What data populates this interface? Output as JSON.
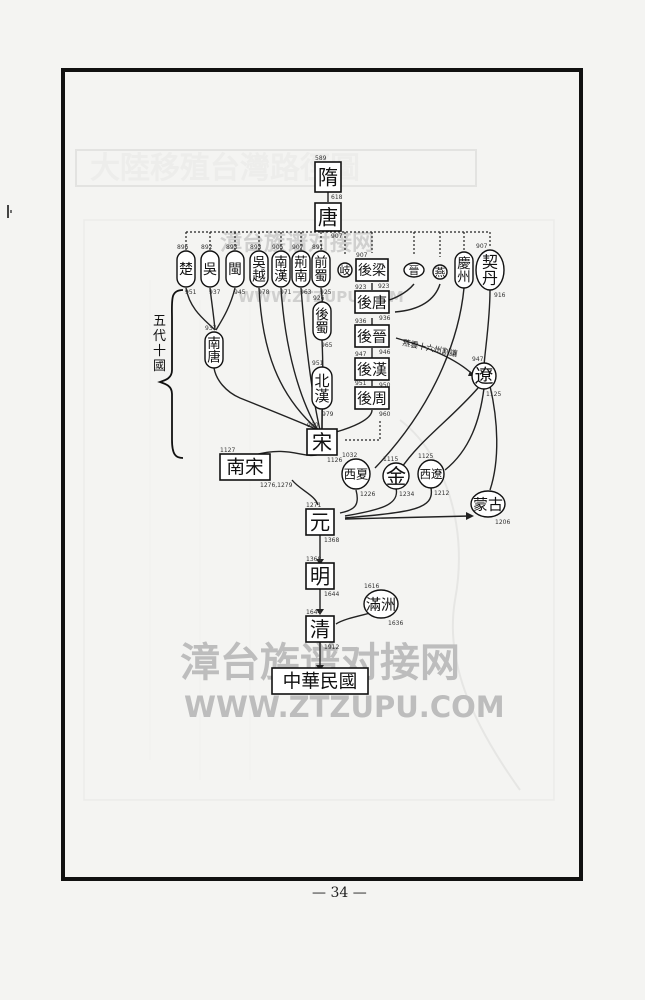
{
  "page": {
    "page_number": "— 34 —",
    "background_title": "大陸移殖台灣路徑圖"
  },
  "group_label": "五代十國",
  "watermark": {
    "top_line": "漳台族谱对接网",
    "top_url": "WWW.ZTZUPU.COM",
    "main_line": "漳台族谱对接网",
    "main_url": "WWW.ZTZUPU.COM"
  },
  "nodes": [
    {
      "id": "sui",
      "label": "隋",
      "year_start": "589",
      "year_end": "618",
      "shape": "rect"
    },
    {
      "id": "tang",
      "label": "唐",
      "year_start": "",
      "year_end": "907",
      "shape": "rect"
    },
    {
      "id": "chu",
      "label": "楚",
      "year_start": "896",
      "year_end": "951",
      "shape": "oval"
    },
    {
      "id": "wu",
      "label": "吳",
      "year_start": "892",
      "year_end": "937",
      "shape": "oval"
    },
    {
      "id": "min",
      "label": "閩",
      "year_start": "893",
      "year_end": "945",
      "shape": "oval"
    },
    {
      "id": "wuyue",
      "label": "吳越",
      "year_start": "893",
      "year_end": "978",
      "shape": "oval"
    },
    {
      "id": "nanhan",
      "label": "南漢",
      "year_start": "905",
      "year_end": "971",
      "shape": "oval"
    },
    {
      "id": "jingnan",
      "label": "荊南",
      "year_start": "907",
      "year_end": "963",
      "shape": "oval"
    },
    {
      "id": "qianshu",
      "label": "前蜀",
      "year_start": "891",
      "year_end": "925",
      "shape": "oval"
    },
    {
      "id": "qi",
      "label": "岐",
      "year_start": "",
      "year_end": "",
      "shape": "circle"
    },
    {
      "id": "houliang",
      "label": "後梁",
      "year_start": "907",
      "year_end": "923",
      "shape": "rect"
    },
    {
      "id": "jin",
      "label": "晉",
      "year_start": "",
      "year_end": "",
      "shape": "circle"
    },
    {
      "id": "yan",
      "label": "燕",
      "year_start": "",
      "year_end": "",
      "shape": "circle"
    },
    {
      "id": "qingzhou",
      "label": "慶州",
      "year_start": "",
      "year_end": "",
      "shape": "oval"
    },
    {
      "id": "qidan",
      "label": "契丹",
      "year_start": "907",
      "year_end": "916",
      "shape": "circle"
    },
    {
      "id": "houtang",
      "label": "後唐",
      "year_start": "923",
      "year_end": "936",
      "shape": "rect"
    },
    {
      "id": "houshu",
      "label": "後蜀",
      "year_start": "926",
      "year_end": "965",
      "shape": "oval"
    },
    {
      "id": "nantang",
      "label": "南唐",
      "year_start": "937",
      "year_end": "",
      "shape": "oval"
    },
    {
      "id": "houjin",
      "label": "後晉",
      "year_start": "936",
      "year_end": "946",
      "shape": "rect"
    },
    {
      "id": "houhan",
      "label": "後漢",
      "year_start": "947",
      "year_end": "950",
      "shape": "rect"
    },
    {
      "id": "beihan",
      "label": "北漢",
      "year_start": "951",
      "year_end": "979",
      "shape": "oval"
    },
    {
      "id": "houzhou",
      "label": "後周",
      "year_start": "951",
      "year_end": "960",
      "shape": "rect"
    },
    {
      "id": "liao",
      "label": "遼",
      "year_start": "947",
      "year_end": "1125",
      "shape": "circle"
    },
    {
      "id": "song",
      "label": "宋",
      "year_start": "960",
      "year_end": "1126",
      "shape": "rect"
    },
    {
      "id": "nansong",
      "label": "南宋",
      "year_start": "1127",
      "year_end": "1276,1279",
      "shape": "rect"
    },
    {
      "id": "xixia",
      "label": "西夏",
      "year_start": "1032",
      "year_end": "1226",
      "shape": "circle"
    },
    {
      "id": "jinchao",
      "label": "金",
      "year_start": "1115",
      "year_end": "1234",
      "shape": "circle"
    },
    {
      "id": "xiliao",
      "label": "西遼",
      "year_start": "1125",
      "year_end": "1212",
      "shape": "circle"
    },
    {
      "id": "menggu",
      "label": "蒙古",
      "year_start": "",
      "year_end": "1206",
      "shape": "circle"
    },
    {
      "id": "yuan",
      "label": "元",
      "year_start": "1271",
      "year_end": "1368",
      "shape": "rect"
    },
    {
      "id": "ming",
      "label": "明",
      "year_start": "1368",
      "year_end": "1644",
      "shape": "rect"
    },
    {
      "id": "manzhou",
      "label": "滿洲",
      "year_start": "1616",
      "year_end": "1636",
      "shape": "circle"
    },
    {
      "id": "qing",
      "label": "清",
      "year_start": "1644",
      "year_end": "1912",
      "shape": "rect"
    },
    {
      "id": "zhonghua",
      "label": "中華民國",
      "year_start": "",
      "year_end": "",
      "shape": "rect"
    }
  ],
  "edge_labels": {
    "yanyun": "燕雲十六州割讓"
  }
}
